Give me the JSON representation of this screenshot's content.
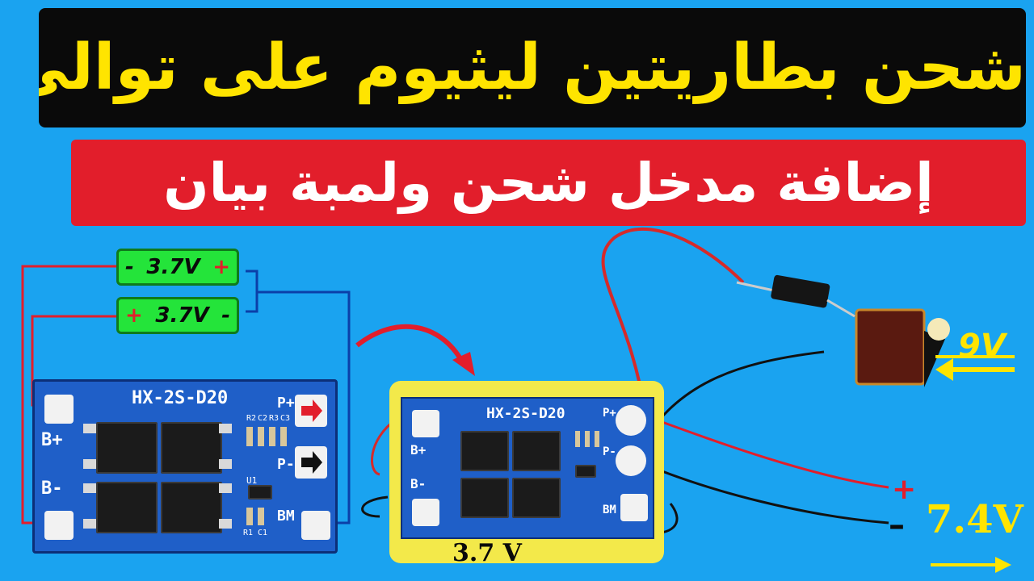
{
  "title_top": "شحن بطاريتين ليثيوم على توالي",
  "title_bottom": "إضافة مدخل شحن ولمبة بيان",
  "battery_top": {
    "minus": "-",
    "value": "3.7V",
    "plus": "+"
  },
  "battery_bottom": {
    "plus": "+",
    "value": "3.7V",
    "minus": "-"
  },
  "board_left": {
    "model": "HX-2S-D20",
    "b_plus": "B+",
    "b_minus": "B-",
    "p_plus": "P+",
    "p_minus": "P-",
    "bm": "BM",
    "u1": "U1",
    "r_labels": [
      "R2",
      "C2",
      "R3",
      "C3"
    ],
    "r_bottom": [
      "R1",
      "C1"
    ]
  },
  "board_right": {
    "model": "HX-2S-D20",
    "b_plus": "B+",
    "b_minus": "B-",
    "bm": "BM",
    "p_plus": "P+",
    "p_minus": "P-"
  },
  "pack_label": "3.7 V",
  "output_label": "7.4V",
  "input_label": "9V",
  "output_plus": "+",
  "output_minus": "–",
  "colors": {
    "title_top_bg": "#0a0a0a",
    "title_top_text": "#ffe400",
    "title_bottom_bg": "#e21e2b",
    "title_bottom_text": "#ffffff",
    "background": "#1aa3f0",
    "battery": "#24e43a",
    "board": "#1f5fc8"
  }
}
